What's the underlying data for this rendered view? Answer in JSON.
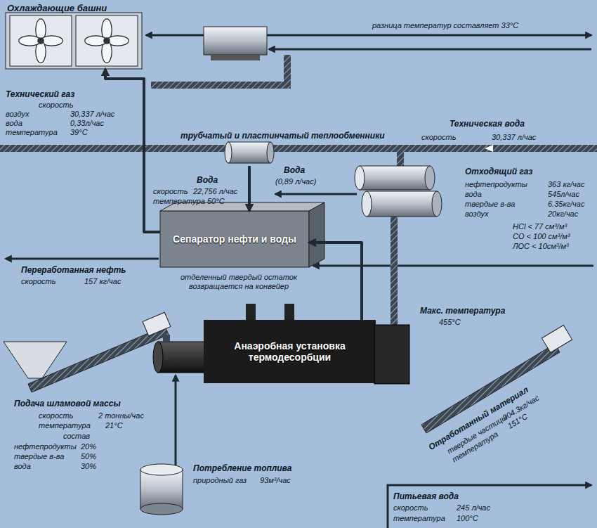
{
  "diagram": {
    "nodes": [
      {
        "text": [
          "Охлаждающие башни"
        ]
      },
      {
        "text": [
          "трубчатый и пластинчатый теплообменники"
        ]
      },
      {
        "text": [
          "Сепаратор нефти и воды"
        ]
      },
      {
        "text": [
          "Анаэробная установка термодесорбции"
        ]
      }
    ],
    "edges": [
      {
        "from": 1,
        "to": 2,
        "arrow": "to"
      },
      {
        "from": 3,
        "to": 2,
        "arrow": "to"
      },
      {
        "from": 2,
        "to": 0,
        "arrow": "to"
      }
    ],
    "labels": [
      "разница температур составляет 33°C",
      "Технический газ",
      "скорость",
      "воздух",
      "30,337 л/час",
      "вода",
      "0,33л/час",
      "температура",
      "39°C",
      "Техническая вода",
      "скорость",
      "30,337 л/час",
      "Вода",
      "(0,89 л/час)",
      "Вода",
      "скорость",
      "22,756 л/час",
      "температура",
      "50°C",
      "Отходящий газ",
      "нефтепродукты",
      "363 кг/час",
      "вода",
      "545л/час",
      "твердые в-ва",
      "6.35кг/час",
      "воздух",
      "20кг/час",
      "HCl < 77 см³/м³",
      "CO < 100 см³/м³",
      "ЛОС < 10см³/м³",
      "Переработанная нефть",
      "скорость",
      "157 кг/час",
      "отделенный твердый остаток возвращается на конвейер",
      "Макс. температура",
      "455°C",
      "Подача шламовой массы",
      "скорость",
      "2 тонны/час",
      "температура",
      "21°C",
      "состав",
      "нефтепродукты",
      "20%",
      "твердые в-ва",
      "50%",
      "вода",
      "30%",
      "Потребление топлива",
      "природный газ",
      "93м³/час",
      "Отработанный материал",
      "твердые частицы",
      "904.3кг/час",
      "температура",
      "151°C",
      "Питьевая вода",
      "скорость",
      "245 л/час",
      "температура",
      "100°C"
    ]
  }
}
